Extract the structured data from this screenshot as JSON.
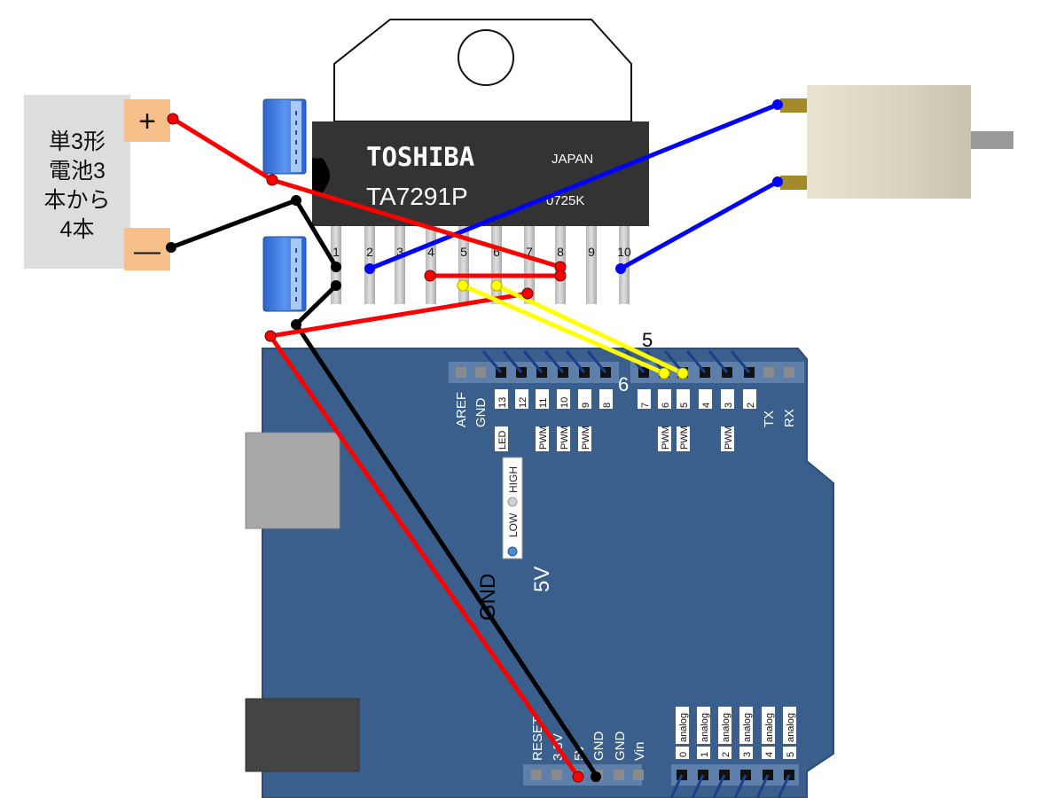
{
  "battery": {
    "lines": [
      "単3形",
      "電池3",
      "本から",
      "4本"
    ],
    "plus_sign": "+",
    "minus_sign": "—"
  },
  "chip": {
    "brand": "TOSHIBA",
    "model": "TA7291P",
    "origin": "JAPAN",
    "code": "0725K",
    "pins": [
      "1",
      "2",
      "3",
      "4",
      "5",
      "6",
      "7",
      "8",
      "9",
      "10"
    ]
  },
  "arduino": {
    "top_labels": [
      "AREF",
      "GND",
      "13",
      "12",
      "11",
      "10",
      "9",
      "8",
      "7",
      "6",
      "5",
      "4",
      "3",
      "2",
      "TX",
      "RX"
    ],
    "top_sub_labels": [
      "LED",
      "PWM",
      "PWM",
      "PWM",
      "PWM",
      "PWM",
      "PWM"
    ],
    "switch_labels": [
      "LOW",
      "HIGH"
    ],
    "power_labels": [
      "RESET",
      "3.3V",
      "5V",
      "GND",
      "GND",
      "Vin"
    ],
    "analog_labels": [
      {
        "num": "0",
        "name": "analog"
      },
      {
        "num": "1",
        "name": "analog"
      },
      {
        "num": "2",
        "name": "analog"
      },
      {
        "num": "3",
        "name": "analog"
      },
      {
        "num": "4",
        "name": "analog"
      },
      {
        "num": "5",
        "name": "analog"
      }
    ]
  },
  "wire_labels": {
    "gnd": "GND",
    "v5": "5V",
    "pin5": "5",
    "pin6": "6"
  },
  "colors": {
    "board": "#3a5f8c",
    "wire_red": "#ff0000",
    "wire_black": "#000000",
    "wire_blue": "#0000ff",
    "wire_yellow": "#ffff00",
    "battery_terminal": "#f7c08a",
    "battery_body": "#dddddd",
    "motor_body": "#ddd8c4",
    "capacitor": "#3f7fe0"
  }
}
